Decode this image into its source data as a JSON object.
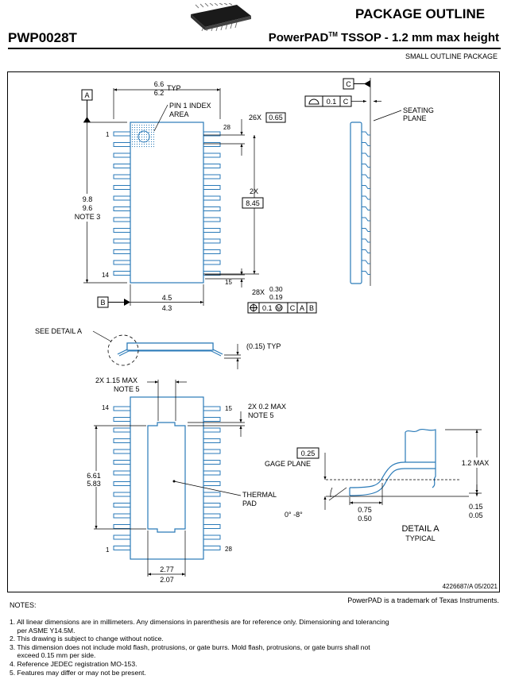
{
  "header": {
    "title": "PACKAGE OUTLINE",
    "doc_id": "PWP0028T",
    "subtitle_main": "PowerPAD",
    "subtitle_tm": "TM",
    "subtitle_rest": " TSSOP - 1.2 mm max height",
    "category": "SMALL OUTLINE PACKAGE"
  },
  "drawing": {
    "datum_a": "A",
    "datum_b": "B",
    "datum_c": "C",
    "width_max": "6.6",
    "width_min": "6.2",
    "width_typ": "TYP",
    "pin1_index_1": "PIN 1 INDEX",
    "pin1_index_2": "AREA",
    "pitch_count": "26X",
    "pitch": "0.65",
    "length_max": "9.8",
    "length_min": "9.6",
    "length_note": "NOTE 3",
    "span_count": "2X",
    "span": "8.45",
    "lead_w_count": "28X",
    "lead_w_max": "0.30",
    "lead_w_min": "0.19",
    "tol_value": "0.1",
    "tol_ref_c": "C",
    "tol_ref_a": "A",
    "tol_ref_b": "B",
    "flat_value": "0.1",
    "flat_ref": "C",
    "body_w_max": "4.5",
    "body_w_min": "4.3",
    "seating_1": "SEATING",
    "seating_2": "PLANE",
    "pin_1": "1",
    "pin_14": "14",
    "pin_15": "15",
    "pin_28": "28",
    "see_detail": "SEE DETAIL  A",
    "standoff_ref": "(0.15) TYP",
    "burr1_1": "2X 1.15 MAX",
    "burr1_2": "NOTE 5",
    "burr2_1": "2X 0.2 MAX",
    "burr2_2": "NOTE 5",
    "pad_len_max": "6.61",
    "pad_len_min": "5.83",
    "thermal_1": "THERMAL",
    "thermal_2": "PAD",
    "pad_w_max": "2.77",
    "pad_w_min": "2.07",
    "gage_value": "0.25",
    "gage_label": "GAGE PLANE",
    "height_max": "1.2 MAX",
    "angle": "0° -8°",
    "foot_max": "0.75",
    "foot_min": "0.50",
    "stand_max": "0.15",
    "stand_min": "0.05",
    "detail_title": "DETAIL  A",
    "detail_sub": "TYPICAL"
  },
  "footer": {
    "drawing_ref": "4226687/A   05/2021",
    "trademark": "PowerPAD is a trademark of Texas Instruments.",
    "notes_title": "NOTES:",
    "notes": [
      "1. All linear dimensions are in millimeters. Any dimensions in parenthesis are for reference only. Dimensioning and tolerancing",
      "    per ASME Y14.5M.",
      "2. This drawing is subject to change without notice.",
      "3. This dimension does not include mold flash, protrusions, or gate burrs. Mold flash, protrusions, or gate burrs shall not",
      "    exceed 0.15 mm per side.",
      "4. Reference JEDEC registration MO-153.",
      "5. Features may differ or may not be present."
    ]
  },
  "colors": {
    "outline": "#2a7ab8",
    "ink": "#000000"
  }
}
